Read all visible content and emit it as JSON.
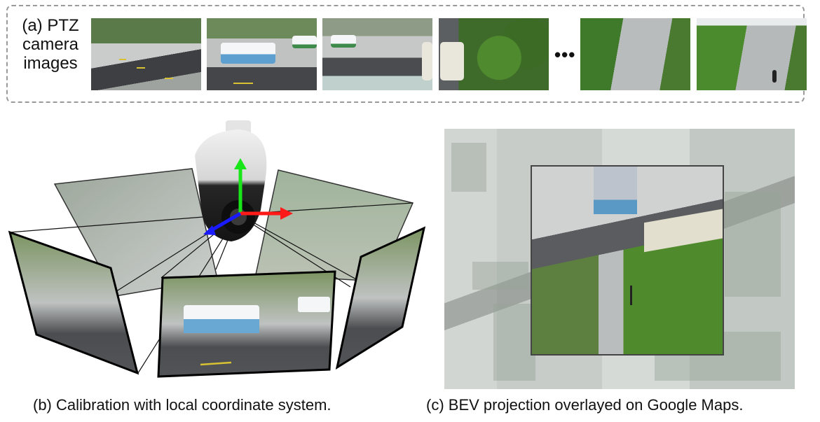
{
  "panel_a": {
    "label_lines": [
      "(a) PTZ",
      "camera",
      "images"
    ],
    "ellipsis": "•••",
    "thumbnails": [
      {
        "name": "thumb-road-plaza",
        "scene": "road with trees and plaza"
      },
      {
        "name": "thumb-bus",
        "scene": "bus parked near plaza"
      },
      {
        "name": "thumb-bus-glass",
        "scene": "distant bus with glass canopy"
      },
      {
        "name": "thumb-foliage",
        "scene": "close-up foliage with sign"
      },
      {
        "name": "thumb-walkway",
        "scene": "paved walkway with trees"
      },
      {
        "name": "thumb-walkway-person",
        "scene": "walkway with pedestrian"
      }
    ]
  },
  "panel_b": {
    "caption": "(b) Calibration with local coordinate system.",
    "axes": {
      "x_color": "#ff1a1a",
      "y_color": "#19e619",
      "z_color": "#1a1aff"
    }
  },
  "panel_c": {
    "caption": "(c) BEV projection overlayed on Google Maps."
  }
}
